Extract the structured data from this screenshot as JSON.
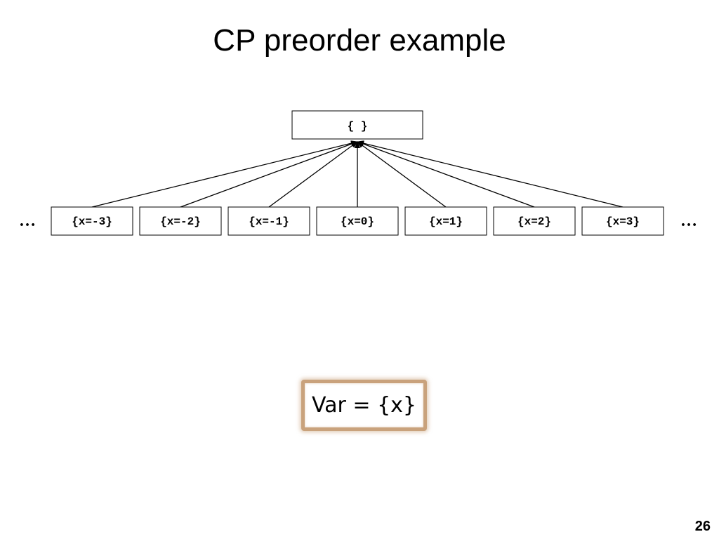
{
  "slide": {
    "title": "CP preorder example",
    "page_number": "26"
  },
  "lattice": {
    "top": {
      "label": "{ }"
    },
    "bottom_nodes": [
      {
        "label": "{x=-3}"
      },
      {
        "label": "{x=-2}"
      },
      {
        "label": "{x=-1}"
      },
      {
        "label": "{x=0}"
      },
      {
        "label": "{x=1}"
      },
      {
        "label": "{x=2}"
      },
      {
        "label": "{x=3}"
      }
    ],
    "left_ellipsis": "…",
    "right_ellipsis": "…"
  },
  "callout": {
    "text": "Var = {x}",
    "border_color": "#c9a27c"
  }
}
